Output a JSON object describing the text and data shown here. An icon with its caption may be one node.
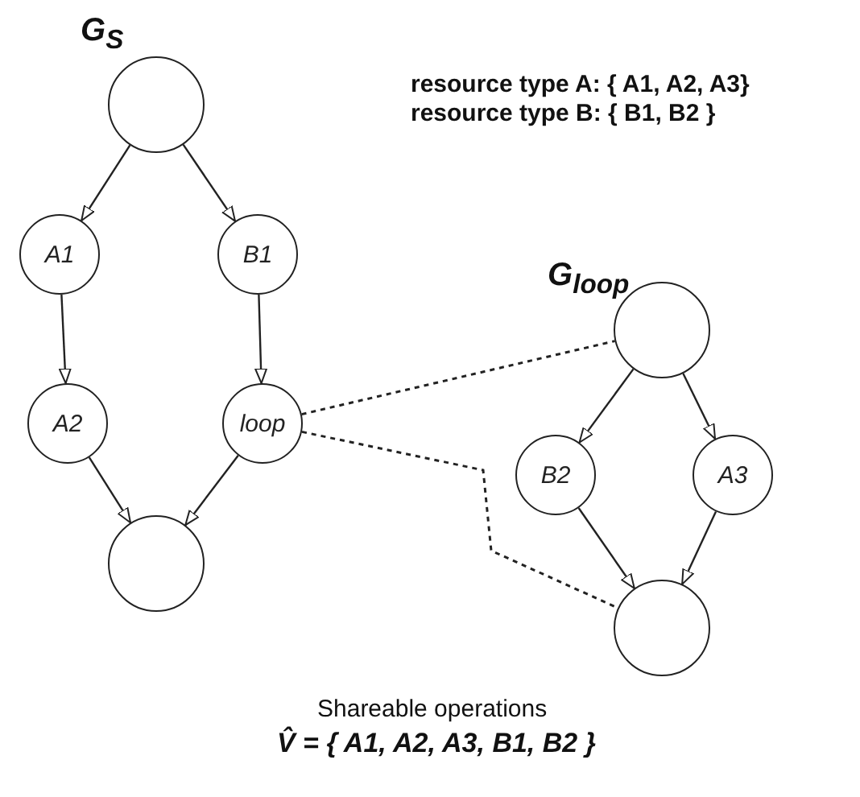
{
  "diagram": {
    "nodes": [
      {
        "text": [],
        "shape": "circle"
      },
      {
        "text": [
          "A1"
        ]
      },
      {
        "text": [
          "B1"
        ]
      },
      {
        "text": [
          "A2"
        ]
      },
      {
        "text": [
          "loop"
        ]
      },
      {
        "text": [],
        "shape": "circle"
      },
      {
        "text": [],
        "shape": "circle"
      },
      {
        "text": [
          "B2"
        ]
      },
      {
        "text": [
          "A3"
        ]
      },
      {
        "text": [],
        "shape": "circle"
      }
    ],
    "edges": [
      {
        "from": 0,
        "to": 1,
        "arrow": "to"
      },
      {
        "from": 0,
        "to": 2,
        "arrow": "to"
      },
      {
        "from": 1,
        "to": 3,
        "arrow": "to"
      },
      {
        "from": 2,
        "to": 4,
        "arrow": "to"
      },
      {
        "from": 3,
        "to": 5,
        "arrow": "to"
      },
      {
        "from": 4,
        "to": 5,
        "arrow": "to"
      },
      {
        "from": 6,
        "to": 7,
        "arrow": "to"
      },
      {
        "from": 6,
        "to": 8,
        "arrow": "to"
      },
      {
        "from": 7,
        "to": 9,
        "arrow": "to"
      },
      {
        "from": 8,
        "to": 9,
        "arrow": "to"
      },
      {
        "from": 4,
        "to": 6,
        "arrow": "none",
        "style": "dashed"
      },
      {
        "from": 4,
        "to": 9,
        "arrow": "none",
        "style": "dashed"
      }
    ],
    "labels": [
      "G$_{S}$",
      "resource type A:  { A1, A2, A3}",
      "resource type B:  { B1, B2 }",
      "G$_{loop}$",
      "Shareable operations",
      "V̂ = { A1, A2, A3, B1, B2 }"
    ]
  }
}
